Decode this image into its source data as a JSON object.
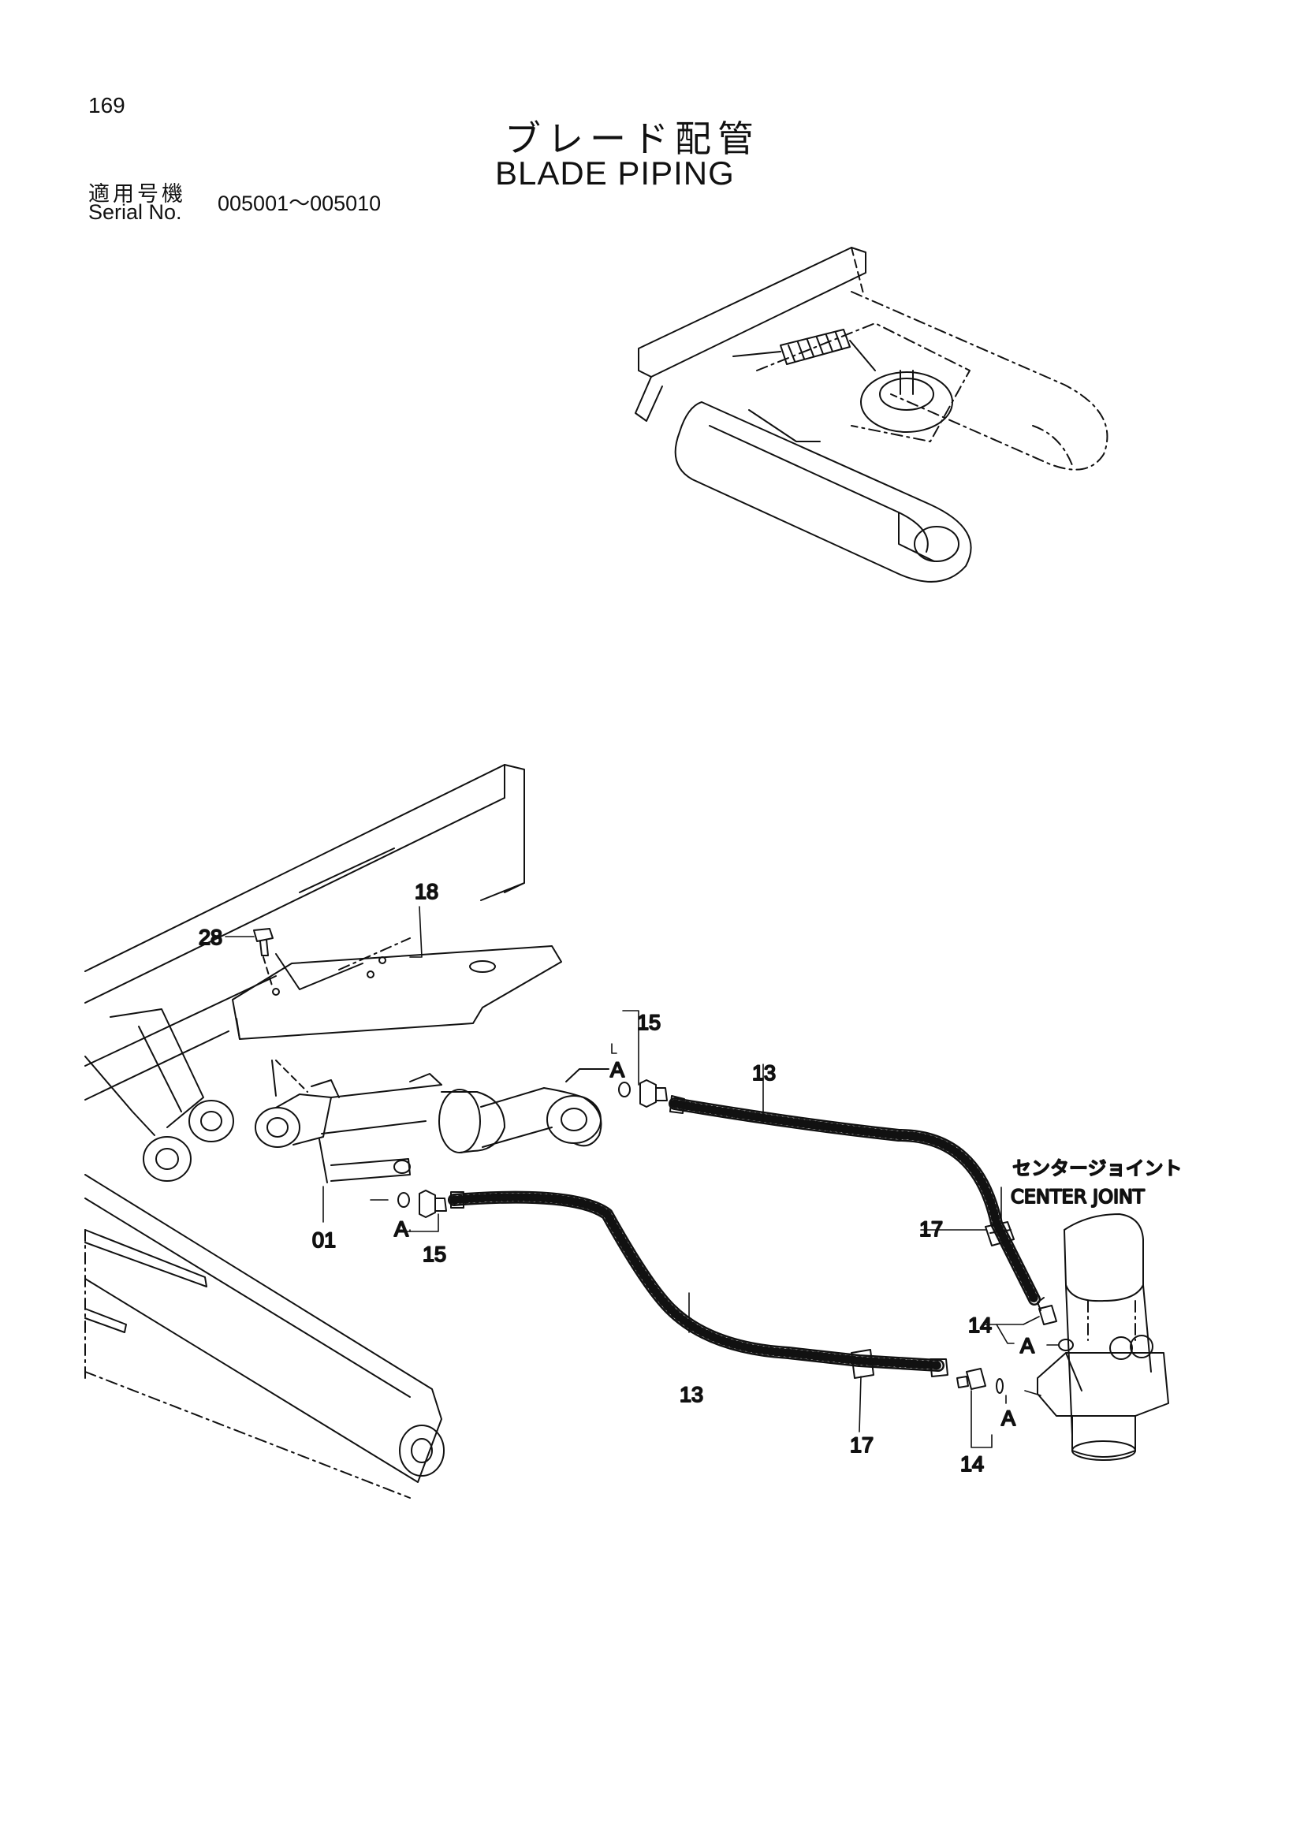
{
  "page": {
    "number": "169"
  },
  "title": {
    "japanese": "ブレード配管",
    "english": "BLADE PIPING"
  },
  "serial": {
    "label_jp": "適用号機",
    "label_en": "Serial No.",
    "range": "005001～005010"
  },
  "annotations": {
    "center_joint_jp": "センタージョイント",
    "center_joint_en": "CENTER JOINT"
  },
  "callouts": {
    "c01": "01",
    "c13a": "13",
    "c13b": "13",
    "c14a": "14",
    "c14b": "14",
    "c15a": "15",
    "c15b": "15",
    "c17a": "17",
    "c17b": "17",
    "c18": "18",
    "c28": "28",
    "a1": "A",
    "a2": "A",
    "a3": "A",
    "a4": "A"
  }
}
